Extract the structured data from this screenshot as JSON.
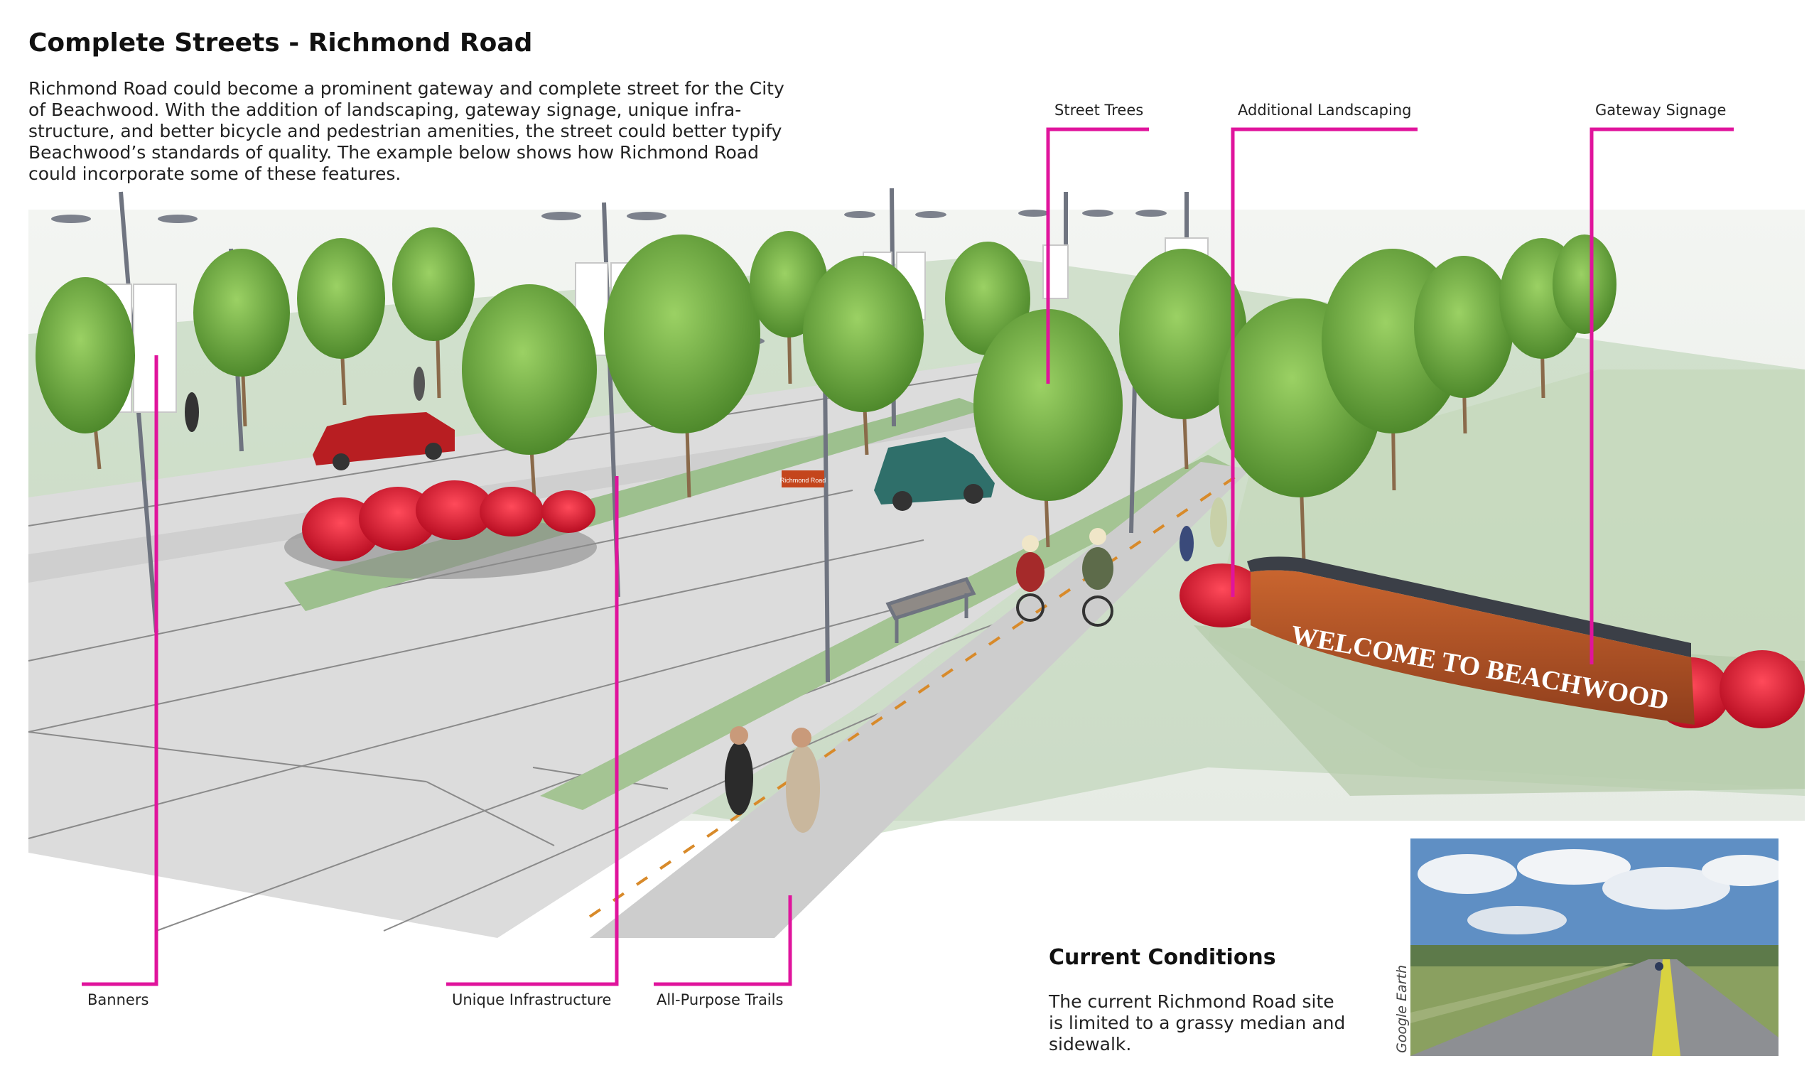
{
  "page": {
    "title": "Complete Streets - Richmond Road",
    "intro_lines": [
      "Richmond Road could become a prominent gateway and complete street for the City",
      "of Beachwood. With the addition of landscaping, gateway signage, unique infra-",
      "structure, and better bicycle and pedestrian amenities, the street could better typify",
      "Beachwood’s standards of quality. The example below shows how Richmond Road",
      "could incorporate some of these features."
    ]
  },
  "rendering": {
    "gateway_sign_text": "WELCOME TO BEACHWOOD",
    "street_sign_text": "Richmond Road"
  },
  "callouts": {
    "street_trees": "Street Trees",
    "additional_landscaping": "Additional Landscaping",
    "gateway_signage": "Gateway Signage",
    "banners": "Banners",
    "unique_infrastructure": "Unique Infrastructure",
    "all_purpose_trails": "All-Purpose Trails"
  },
  "current_conditions": {
    "heading": "Current Conditions",
    "lines": [
      "The current Richmond Road site",
      "is limited to a grassy median and",
      "sidewalk."
    ],
    "photo_credit": "Google Earth"
  },
  "colors": {
    "callout_line": "#e0149c",
    "pavement": "#d9d9d9",
    "grass": "#9cbf8c",
    "tree_foliage": "#6fa83f",
    "flowers": "#d8132b",
    "sign_wall": "#b5552a"
  }
}
